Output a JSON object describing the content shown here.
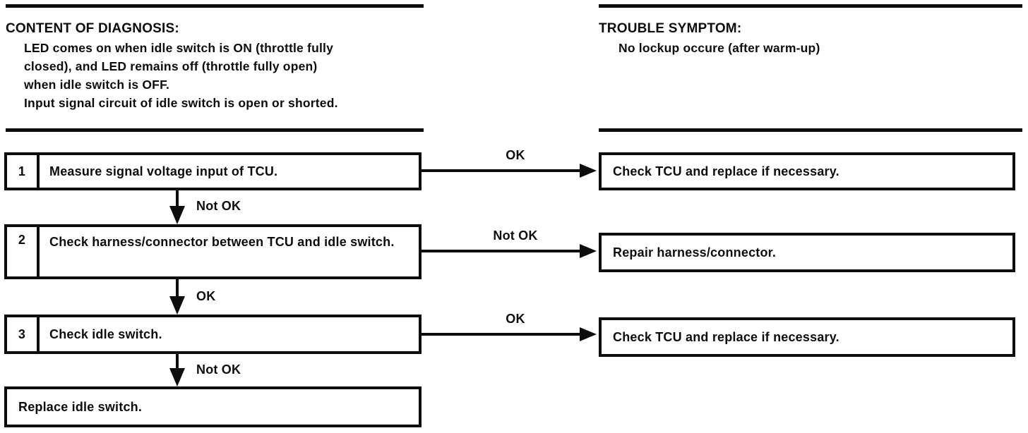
{
  "document": {
    "colors": {
      "ink": "#0d0d0d",
      "paper": "#ffffff"
    },
    "sections": {
      "diagnosis": {
        "title": "CONTENT OF DIAGNOSIS:",
        "lines": [
          "LED comes on when idle switch is ON (throttle fully",
          "closed), and LED remains off (throttle fully open)",
          "when idle switch is OFF.",
          "Input signal circuit of idle switch is open or shorted."
        ]
      },
      "symptom": {
        "title": "TROUBLE SYMPTOM:",
        "lines": [
          "No lockup occure (after warm-up)"
        ]
      }
    },
    "flowchart": {
      "steps": [
        {
          "number": "1",
          "text": "Measure signal voltage input of TCU.",
          "right_label": "OK",
          "result": "Check TCU and replace if necessary.",
          "down_label": "Not OK"
        },
        {
          "number": "2",
          "text": "Check harness/connector between TCU and idle switch.",
          "right_label": "Not OK",
          "result": "Repair harness/connector.",
          "down_label": "OK"
        },
        {
          "number": "3",
          "text": "Check idle switch.",
          "right_label": "OK",
          "result": "Check TCU and replace if necessary.",
          "down_label": "Not OK"
        }
      ],
      "final_text": "Replace idle switch."
    }
  }
}
